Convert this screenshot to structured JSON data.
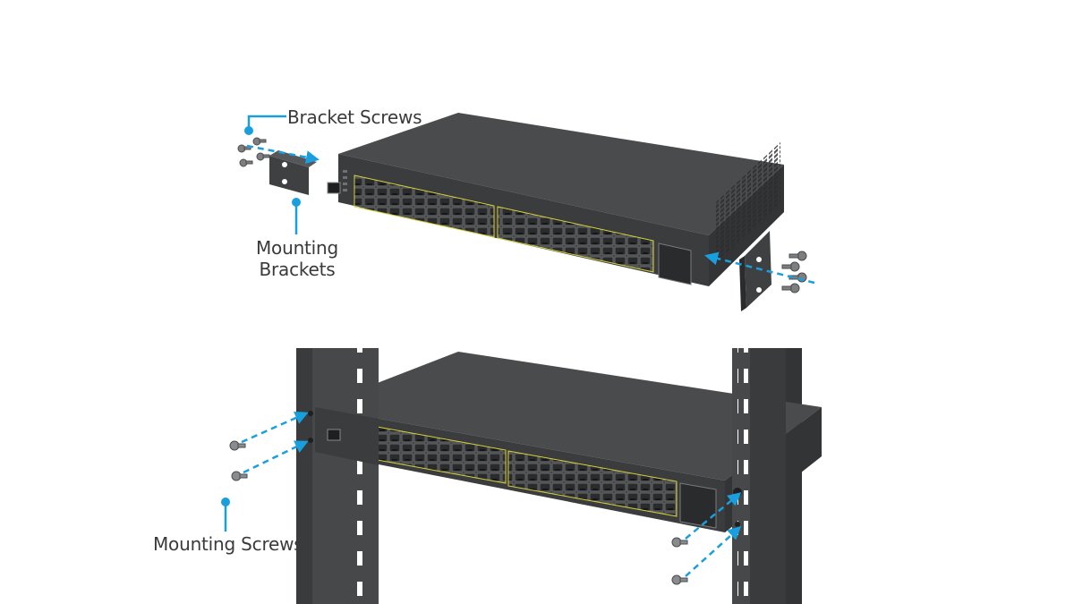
{
  "callouts": {
    "bracket_screws": "Bracket Screws",
    "mounting_brackets_line1": "Mounting",
    "mounting_brackets_line2": "Brackets",
    "mounting_screws": "Mounting Screws"
  },
  "colors": {
    "accent": "#1a9fde",
    "chassis_top": "#4a4b4d",
    "chassis_front": "#3b3c3e",
    "rack_post": "#3f4042",
    "port_highlight": "#d8d23a",
    "label_text": "#3a3a3a"
  },
  "icons": [
    "callout-dot-icon",
    "dashed-arrow-icon",
    "screw-icon",
    "rj45-port-icon",
    "sfp-port-icon"
  ]
}
